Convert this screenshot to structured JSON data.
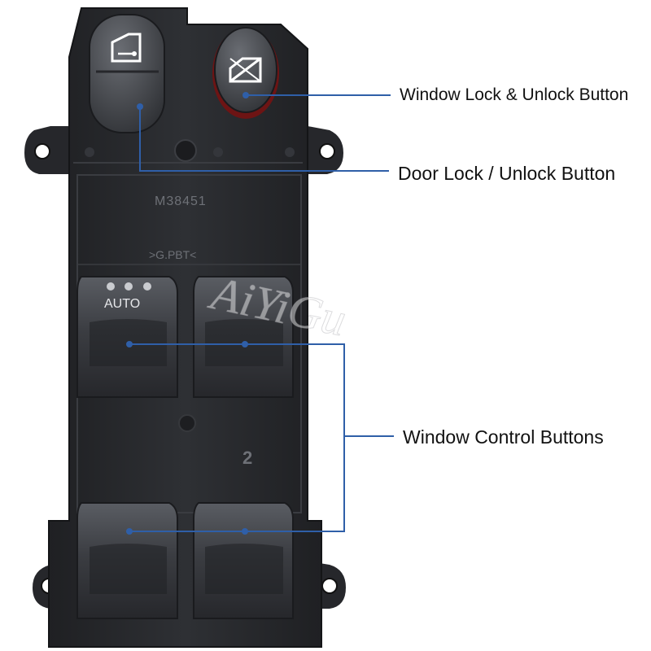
{
  "callouts": {
    "window_lock": "Window Lock & Unlock Button",
    "door_lock": "Door Lock / Unlock Button",
    "window_controls": "Window Control Buttons"
  },
  "molded_text": {
    "part_number": "M38451",
    "material": ">G.PBT<",
    "auto": "AUTO",
    "position_number": "2"
  },
  "watermark": "AiYiGu",
  "colors": {
    "housing": "#2b2d31",
    "leader_line": "#2f5fa8",
    "lock_ring": "#8c1d1d"
  }
}
